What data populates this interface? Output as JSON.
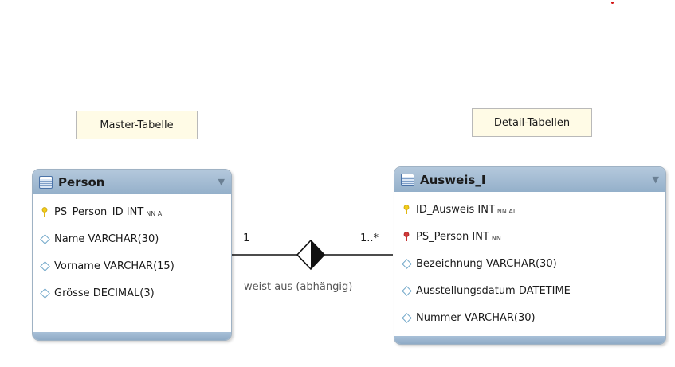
{
  "notes": {
    "master": "Master-Tabelle",
    "detail": "Detail-Tabellen"
  },
  "entities": [
    {
      "title": "Person",
      "columns": [
        {
          "icon": "primary-key-icon",
          "name": "PS_Person_ID",
          "type": "INT",
          "flags": "NN AI"
        },
        {
          "icon": "column-icon",
          "name": "Name",
          "type": "VARCHAR(30)",
          "flags": ""
        },
        {
          "icon": "column-icon",
          "name": "Vorname",
          "type": "VARCHAR(15)",
          "flags": ""
        },
        {
          "icon": "column-icon",
          "name": "Grösse",
          "type": "DECIMAL(3)",
          "flags": ""
        }
      ]
    },
    {
      "title": "Ausweis_I",
      "columns": [
        {
          "icon": "primary-key-icon",
          "name": "ID_Ausweis",
          "type": "INT",
          "flags": "NN AI"
        },
        {
          "icon": "foreign-key-icon",
          "name": "PS_Person",
          "type": "INT",
          "flags": "NN"
        },
        {
          "icon": "column-icon",
          "name": "Bezeichnung",
          "type": "VARCHAR(30)",
          "flags": ""
        },
        {
          "icon": "column-icon",
          "name": "Ausstellungsdatum",
          "type": "DATETIME",
          "flags": ""
        },
        {
          "icon": "column-icon",
          "name": "Nummer",
          "type": "VARCHAR(30)",
          "flags": ""
        }
      ]
    }
  ],
  "relationship": {
    "label": "weist aus (abhängig)",
    "cardinality_left": "1",
    "cardinality_right": "1..*"
  },
  "colors": {
    "header": "#a6bcd3",
    "primary_key": "#f2cc1a",
    "foreign_key": "#d33a3a",
    "column": "#6fa6c8"
  }
}
